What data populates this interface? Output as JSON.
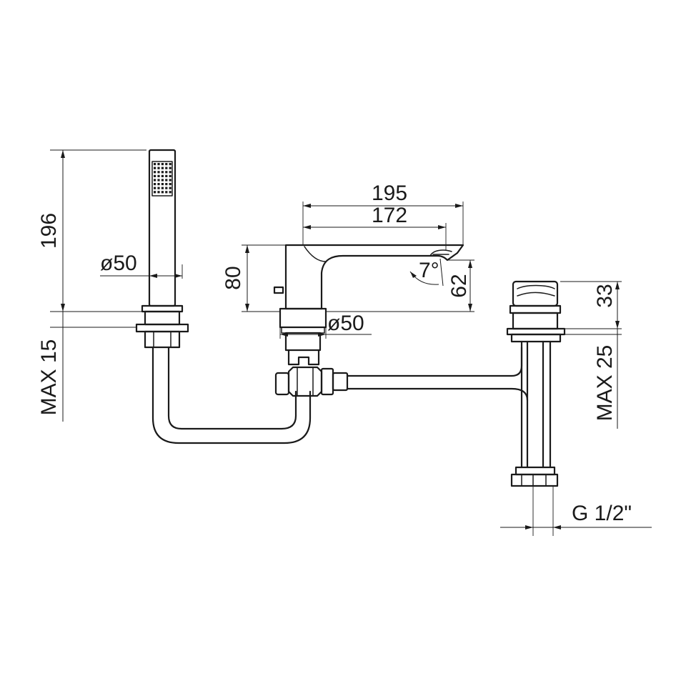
{
  "drawing": {
    "dimensions": {
      "hand_shower_height": "196",
      "hand_shower_diameter": "ø50",
      "deck_thickness_left": "MAX 15",
      "spout_length_overall": "195",
      "spout_reach": "172",
      "spout_body_height": "80",
      "spout_angle": "7°",
      "spout_outlet_height": "62",
      "spout_base_diameter": "ø50",
      "valve_height": "33",
      "deck_thickness_right": "MAX 25",
      "connection_thread": "G 1/2\""
    }
  }
}
